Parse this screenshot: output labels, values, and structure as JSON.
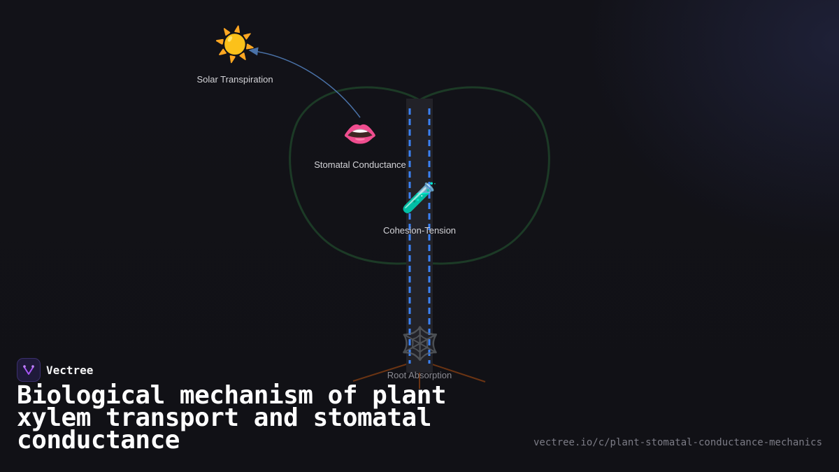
{
  "diagram": {
    "nodes": [
      {
        "id": "solar",
        "icon": "sun-emoji",
        "glyph": "☀️",
        "label": "Solar Transpiration"
      },
      {
        "id": "stomatal",
        "icon": "mouth-emoji",
        "glyph": "👄",
        "label": "Stomatal Conductance"
      },
      {
        "id": "cohesion",
        "icon": "test-tube-emoji",
        "glyph": "🧪",
        "label": "Cohesion-Tension"
      },
      {
        "id": "root",
        "icon": "spider-web-emoji",
        "glyph": "🕸️",
        "label": "Root Absorption"
      }
    ],
    "edges": [
      {
        "from": "stomatal",
        "to": "solar"
      }
    ],
    "colors": {
      "xylem_dash": "#3b82f6",
      "xylem_fill": "#222228",
      "canopy_stroke": "#1c3a26",
      "root_stroke": "#6b3413",
      "edge": "#4a72a8"
    }
  },
  "brand": {
    "name": "Vectree",
    "icon": "vectree-logo"
  },
  "title": "Biological mechanism of plant xylem transport and stomatal conductance",
  "source_url": "vectree.io/c/plant-stomatal-conductance-mechanics"
}
